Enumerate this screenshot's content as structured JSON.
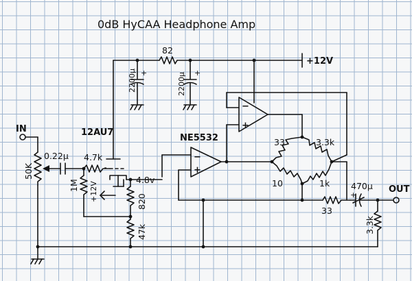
{
  "title": "0dB HyCAA  Headphone Amp",
  "supply_label": "+12V",
  "resistor_82": "82",
  "cap_left": "2200μ",
  "cap_right": "2200μ",
  "tube_label": "12AU7",
  "opamp_label": "NE5532",
  "input_label": "IN",
  "pot_label": "50K",
  "coupling_cap": "0.22μ",
  "grid_resistor": "4.7k",
  "bias_resistor": "1M",
  "bias_supply": "+12V",
  "cathode_resistor_upper": "820",
  "cathode_resistor_lower": "47k",
  "cathode_voltage": "4.8v",
  "bridge_r_top_left": "33",
  "bridge_r_top_right": "3.3k",
  "bridge_r_bottom_left": "10",
  "bridge_r_bottom_right": "1k",
  "output_resistor": "33",
  "output_cap": "470μ",
  "output_label": "OUT",
  "load_resistor": "3.3k"
}
